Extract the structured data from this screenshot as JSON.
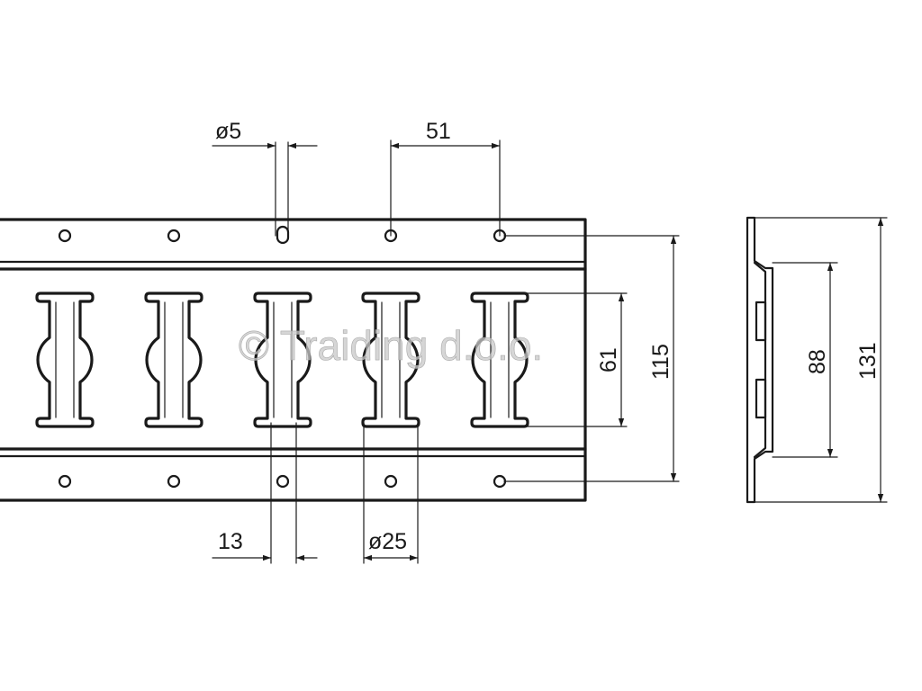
{
  "dimensions": {
    "hole_diameter": "ø5",
    "hole_pitch": "51",
    "slot_width": "13",
    "slot_round_diameter": "ø25",
    "slot_height": "61",
    "hole_span": "115",
    "profile_inner": "88",
    "profile_total": "131"
  },
  "watermark": "© Traiding d.o.o.",
  "colors": {
    "line": "#1a1a1a",
    "background": "#ffffff",
    "watermark": "#c8c8c8"
  }
}
